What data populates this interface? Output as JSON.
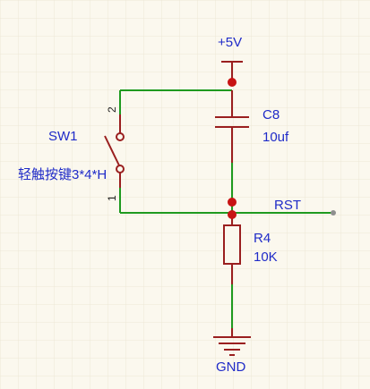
{
  "colors": {
    "background": "#fbf8ee",
    "grid": "#ede7d6",
    "wire": "#1f9a1f",
    "component": "#9a1f1f",
    "junction": "#c81414",
    "label": "#1f2bc8",
    "net_end": "#8f8f8f"
  },
  "power": {
    "label": "+5V"
  },
  "ground": {
    "label": "GND"
  },
  "capacitor": {
    "designator": "C8",
    "value": "10uf"
  },
  "resistor": {
    "designator": "R4",
    "value": "10K"
  },
  "switch": {
    "designator": "SW1",
    "description": "轻触按键3*4*H",
    "pin_top": "2",
    "pin_bottom": "1"
  },
  "net": {
    "label": "RST"
  }
}
